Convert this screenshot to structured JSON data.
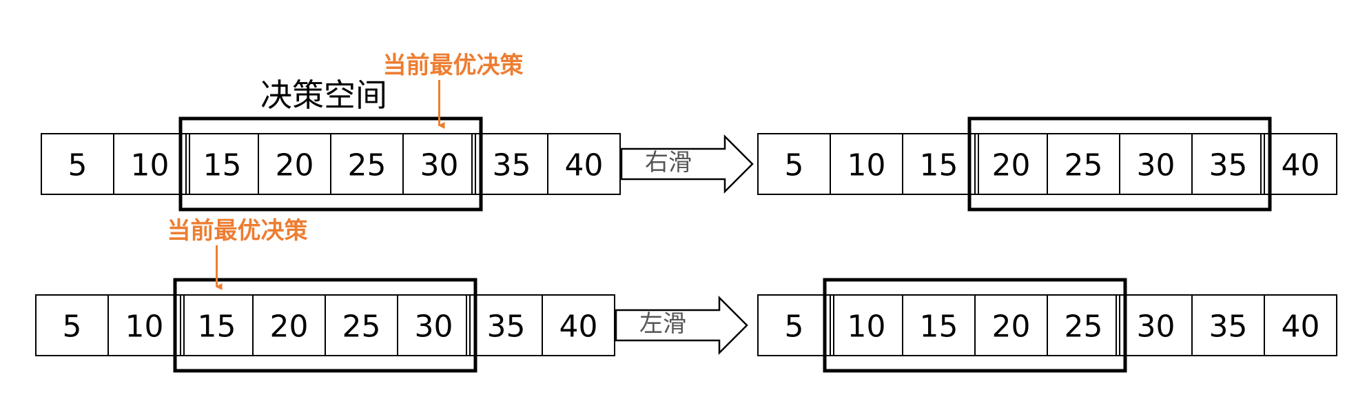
{
  "colors": {
    "callout": "#ED7D31",
    "cell_border": "#000000",
    "window_border": "#000000",
    "arrow_label": "#555555"
  },
  "title": "决策空间",
  "rows": [
    {
      "name": "right-slide",
      "arrow_label": "右滑",
      "before": {
        "values": [
          "5",
          "10",
          "15",
          "20",
          "25",
          "30",
          "35",
          "40"
        ],
        "window": [
          2,
          5
        ],
        "callout": {
          "label": "当前最优决策",
          "target": 5
        }
      },
      "after": {
        "values": [
          "5",
          "10",
          "15",
          "20",
          "25",
          "30",
          "35",
          "40"
        ],
        "window": [
          3,
          6
        ]
      }
    },
    {
      "name": "left-slide",
      "arrow_label": "左滑",
      "before": {
        "values": [
          "5",
          "10",
          "15",
          "20",
          "25",
          "30",
          "35",
          "40"
        ],
        "window": [
          2,
          5
        ],
        "callout": {
          "label": "当前最优决策",
          "target": 2
        }
      },
      "after": {
        "values": [
          "5",
          "10",
          "15",
          "20",
          "25",
          "30",
          "35",
          "40"
        ],
        "window": [
          1,
          4
        ]
      }
    }
  ]
}
